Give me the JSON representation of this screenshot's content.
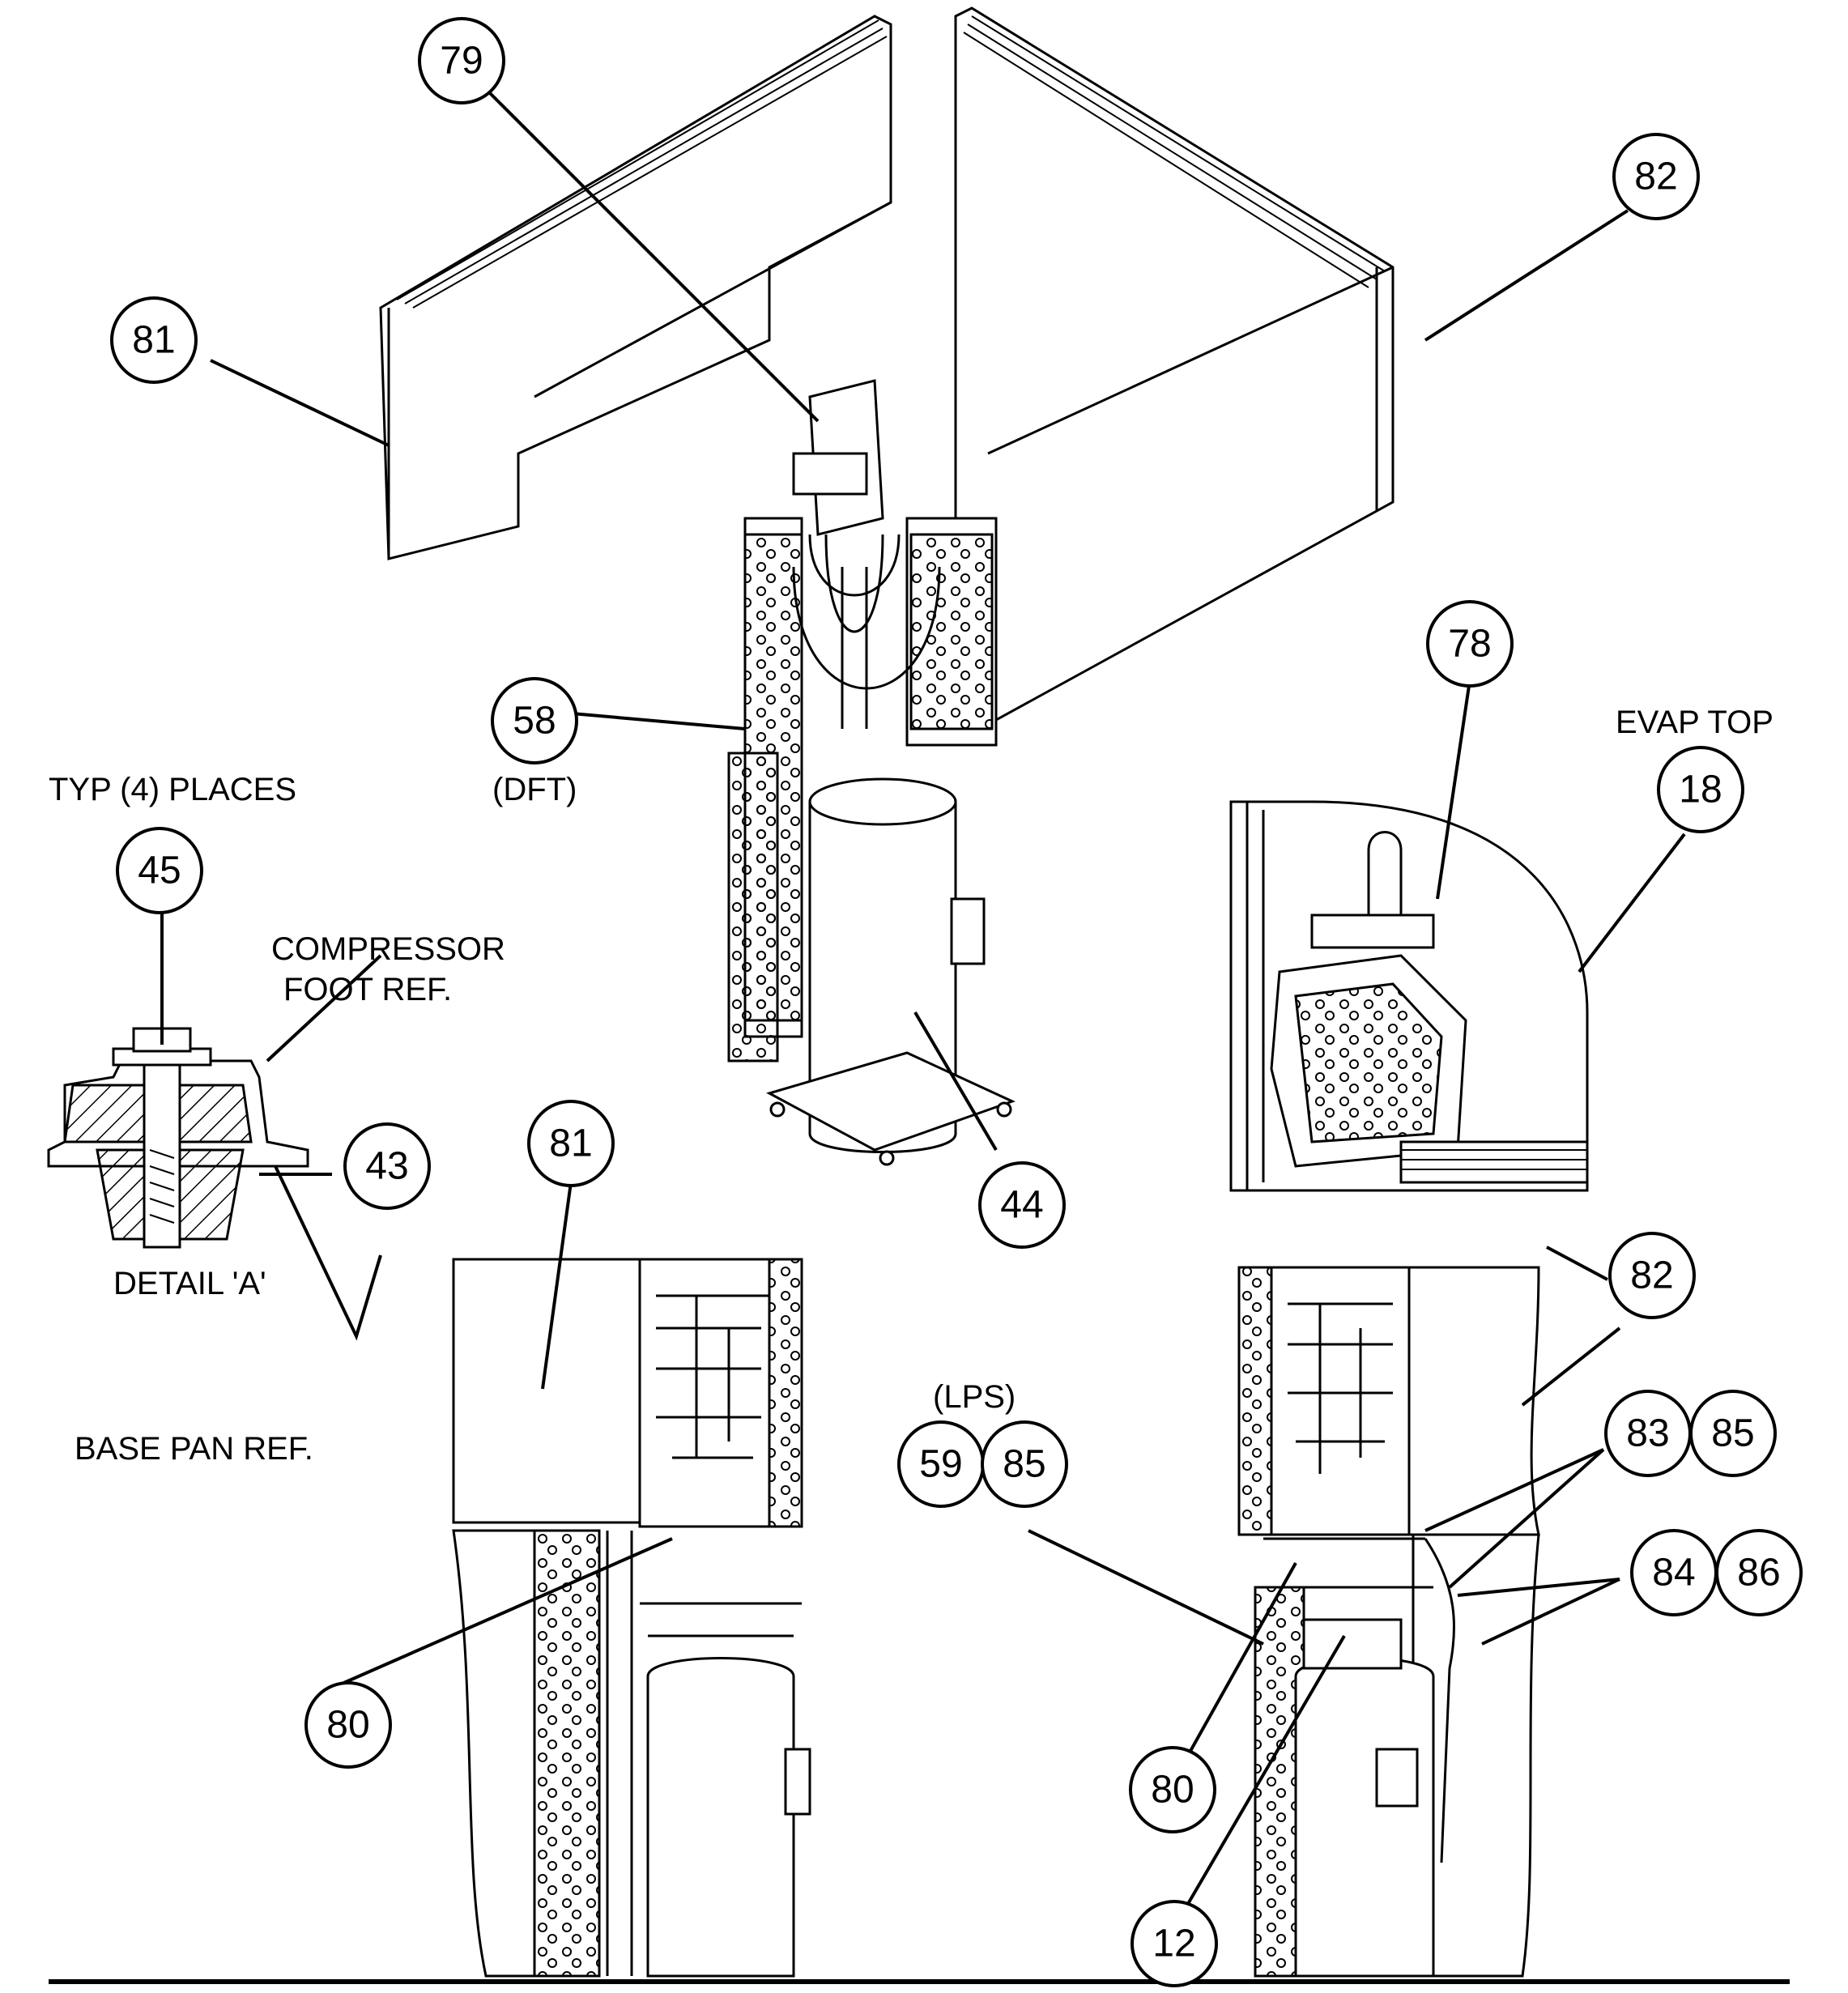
{
  "callouts": {
    "c79": "79",
    "c82_top": "82",
    "c81_top": "81",
    "c78": "78",
    "c18": "18",
    "c58": "58",
    "c45": "45",
    "c43": "43",
    "c44": "44",
    "c81_bottom": "81",
    "c82_bottom": "82",
    "c59": "59",
    "c85_left": "85",
    "c83": "83",
    "c85_right": "85",
    "c84": "84",
    "c86": "86",
    "c80_left": "80",
    "c80_right": "80",
    "c12": "12"
  },
  "labels": {
    "evap_top": "EVAP TOP",
    "typ_places": "TYP (4) PLACES",
    "dft": "(DFT)",
    "compressor_foot_ref_1": "COMPRESSOR",
    "compressor_foot_ref_2": "FOOT REF.",
    "detail_a": "DETAIL 'A'",
    "base_pan_ref": "BASE PAN REF.",
    "lps": "(LPS)"
  }
}
